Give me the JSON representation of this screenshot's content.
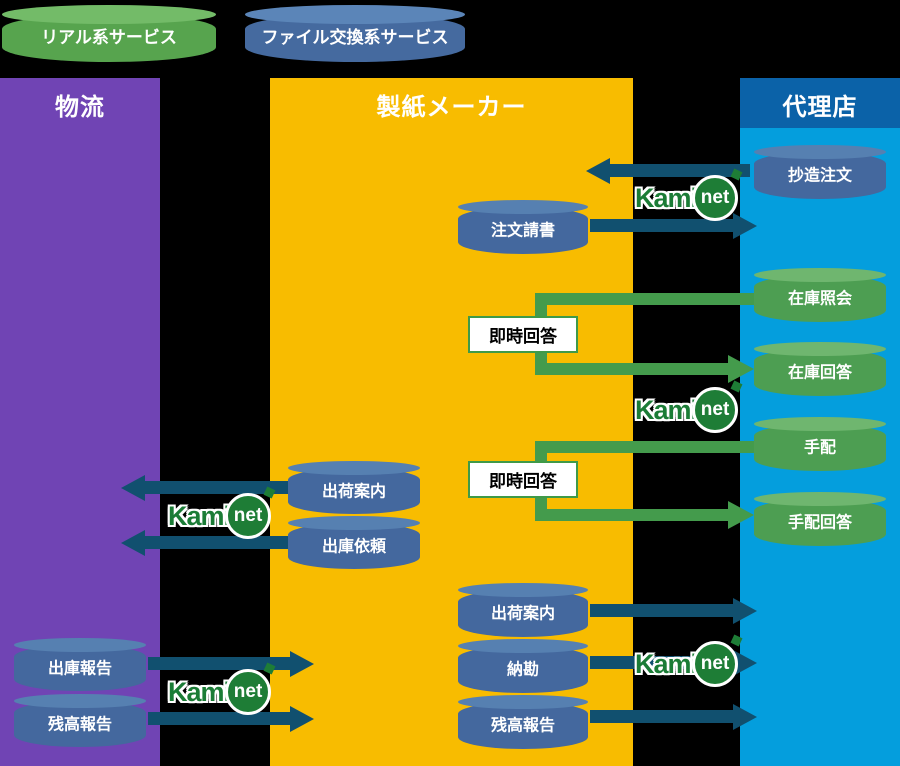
{
  "legend": {
    "real_service": "リアル系サービス",
    "file_exchange_service": "ファイル交換系サービス"
  },
  "columns": {
    "logistics": "物流",
    "paper_manufacturer": "製紙メーカー",
    "agency": "代理店"
  },
  "kaminet": {
    "kami": "Kami",
    "net": "net"
  },
  "nodes": {
    "papermaking_order": "抄造注文",
    "order_acceptance": "注文請書",
    "stock_inquiry": "在庫照会",
    "stock_reply": "在庫回答",
    "arrangement": "手配",
    "arrangement_reply": "手配回答",
    "instant_reply_1": "即時回答",
    "instant_reply_2": "即時回答",
    "shipping_notice_mid": "出荷案内",
    "outbound_request": "出庫依頼",
    "outbound_report": "出庫報告",
    "balance_report_left": "残高報告",
    "shipping_notice_bottom": "出荷案内",
    "delivery_settlement": "納勘",
    "balance_report_center": "残高報告"
  },
  "colors": {
    "background": "#000000",
    "purple_column": "#7044B4",
    "yellow_column": "#F8BC00",
    "blue_column_header": "#0B62A8",
    "blue_column_body": "#049EDD",
    "blue_cylinder_body": "#44689E",
    "blue_cylinder_top": "#5680B1",
    "green_cylinder_body": "#4D9E52",
    "green_cylinder_top": "#6FB66F",
    "green_service_cylinder": "#57A44E",
    "blue_service_cylinder": "#456A9F",
    "dark_arrow": "#11506F",
    "green_connector": "#449B4C",
    "kaminet_green": "#1E7D36"
  }
}
